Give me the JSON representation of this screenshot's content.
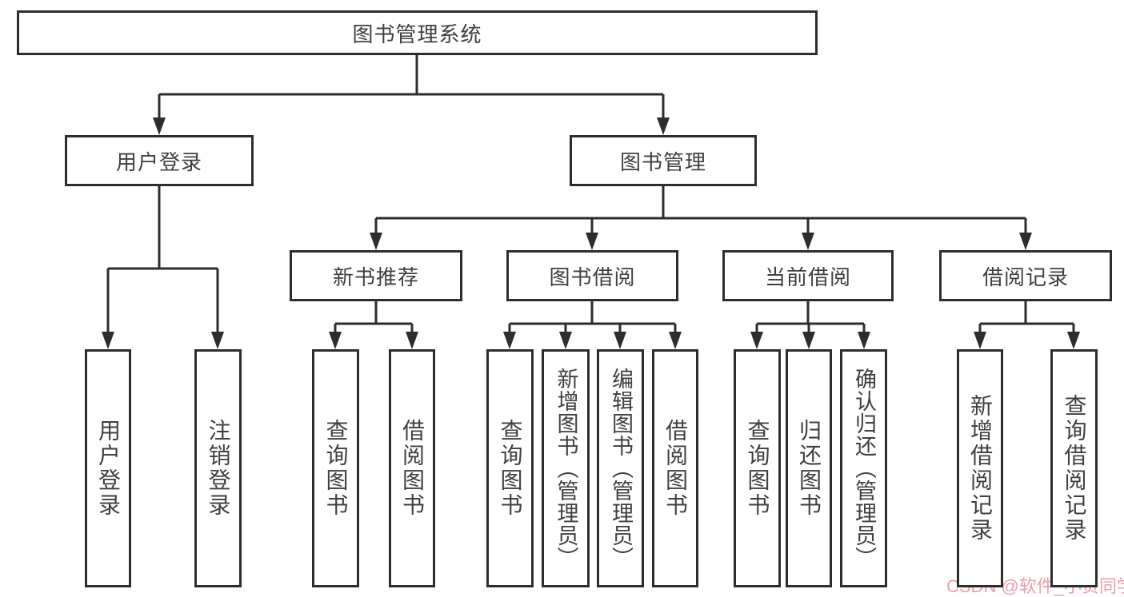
{
  "root": {
    "label": "图书管理系统"
  },
  "branches": {
    "user_login": {
      "label": "用户登录",
      "children": [
        {
          "label": "用户登录"
        },
        {
          "label": "注销登录"
        }
      ]
    },
    "book_management": {
      "label": "图书管理",
      "children": [
        {
          "label": "新书推荐",
          "children": [
            {
              "label": "查询图书"
            },
            {
              "label": "借阅图书"
            }
          ]
        },
        {
          "label": "图书借阅",
          "children": [
            {
              "label": "查询图书"
            },
            {
              "label": "新增图书（管理员）"
            },
            {
              "label": "编辑图书（管理员）"
            },
            {
              "label": "借阅图书"
            }
          ]
        },
        {
          "label": "当前借阅",
          "children": [
            {
              "label": "查询图书"
            },
            {
              "label": "归还图书"
            },
            {
              "label": "确认归还（管理员）"
            }
          ]
        },
        {
          "label": "借阅记录",
          "children": [
            {
              "label": "新增借阅记录"
            },
            {
              "label": "查询借阅记录"
            }
          ]
        }
      ]
    }
  },
  "watermark": "CSDN @软件_小贺同学",
  "colors": {
    "line": "#2d2d2d",
    "text": "#3f3f3f",
    "watermark": "#ee9ea6",
    "background": "#ffffff"
  }
}
